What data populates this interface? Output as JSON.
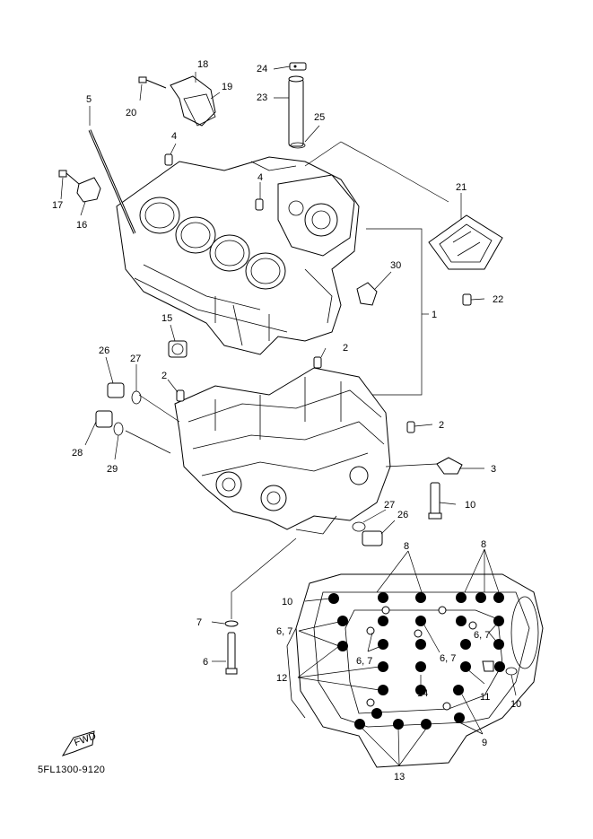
{
  "diagram": {
    "drawing_code": "5FL1300-9120",
    "fwd_label": "FWD",
    "callouts": [
      {
        "id": "c18",
        "text": "18"
      },
      {
        "id": "c19",
        "text": "19"
      },
      {
        "id": "c24",
        "text": "24"
      },
      {
        "id": "c5",
        "text": "5"
      },
      {
        "id": "c20",
        "text": "20"
      },
      {
        "id": "c23",
        "text": "23"
      },
      {
        "id": "c25",
        "text": "25"
      },
      {
        "id": "c4a",
        "text": "4"
      },
      {
        "id": "c4b",
        "text": "4"
      },
      {
        "id": "c17",
        "text": "17"
      },
      {
        "id": "c16",
        "text": "16"
      },
      {
        "id": "c21",
        "text": "21"
      },
      {
        "id": "c30",
        "text": "30"
      },
      {
        "id": "c22",
        "text": "22"
      },
      {
        "id": "c1",
        "text": "1"
      },
      {
        "id": "c15",
        "text": "15"
      },
      {
        "id": "c2a",
        "text": "2"
      },
      {
        "id": "c26a",
        "text": "26"
      },
      {
        "id": "c27a",
        "text": "27"
      },
      {
        "id": "c2b",
        "text": "2"
      },
      {
        "id": "c2c",
        "text": "2"
      },
      {
        "id": "c28",
        "text": "28"
      },
      {
        "id": "c29",
        "text": "29"
      },
      {
        "id": "c3",
        "text": "3"
      },
      {
        "id": "c10a",
        "text": "10"
      },
      {
        "id": "c27b",
        "text": "27"
      },
      {
        "id": "c26b",
        "text": "26"
      },
      {
        "id": "c8a",
        "text": "8"
      },
      {
        "id": "c8b",
        "text": "8"
      },
      {
        "id": "c10b",
        "text": "10"
      },
      {
        "id": "c7",
        "text": "7"
      },
      {
        "id": "c67a",
        "text": "6, 7"
      },
      {
        "id": "c67b",
        "text": "6, 7"
      },
      {
        "id": "c67c",
        "text": "6, 7"
      },
      {
        "id": "c67d",
        "text": "6, 7"
      },
      {
        "id": "c6",
        "text": "6"
      },
      {
        "id": "c12",
        "text": "12"
      },
      {
        "id": "c14",
        "text": "14"
      },
      {
        "id": "c11",
        "text": "11"
      },
      {
        "id": "c10c",
        "text": "10"
      },
      {
        "id": "c9",
        "text": "9"
      },
      {
        "id": "c13",
        "text": "13"
      }
    ]
  }
}
